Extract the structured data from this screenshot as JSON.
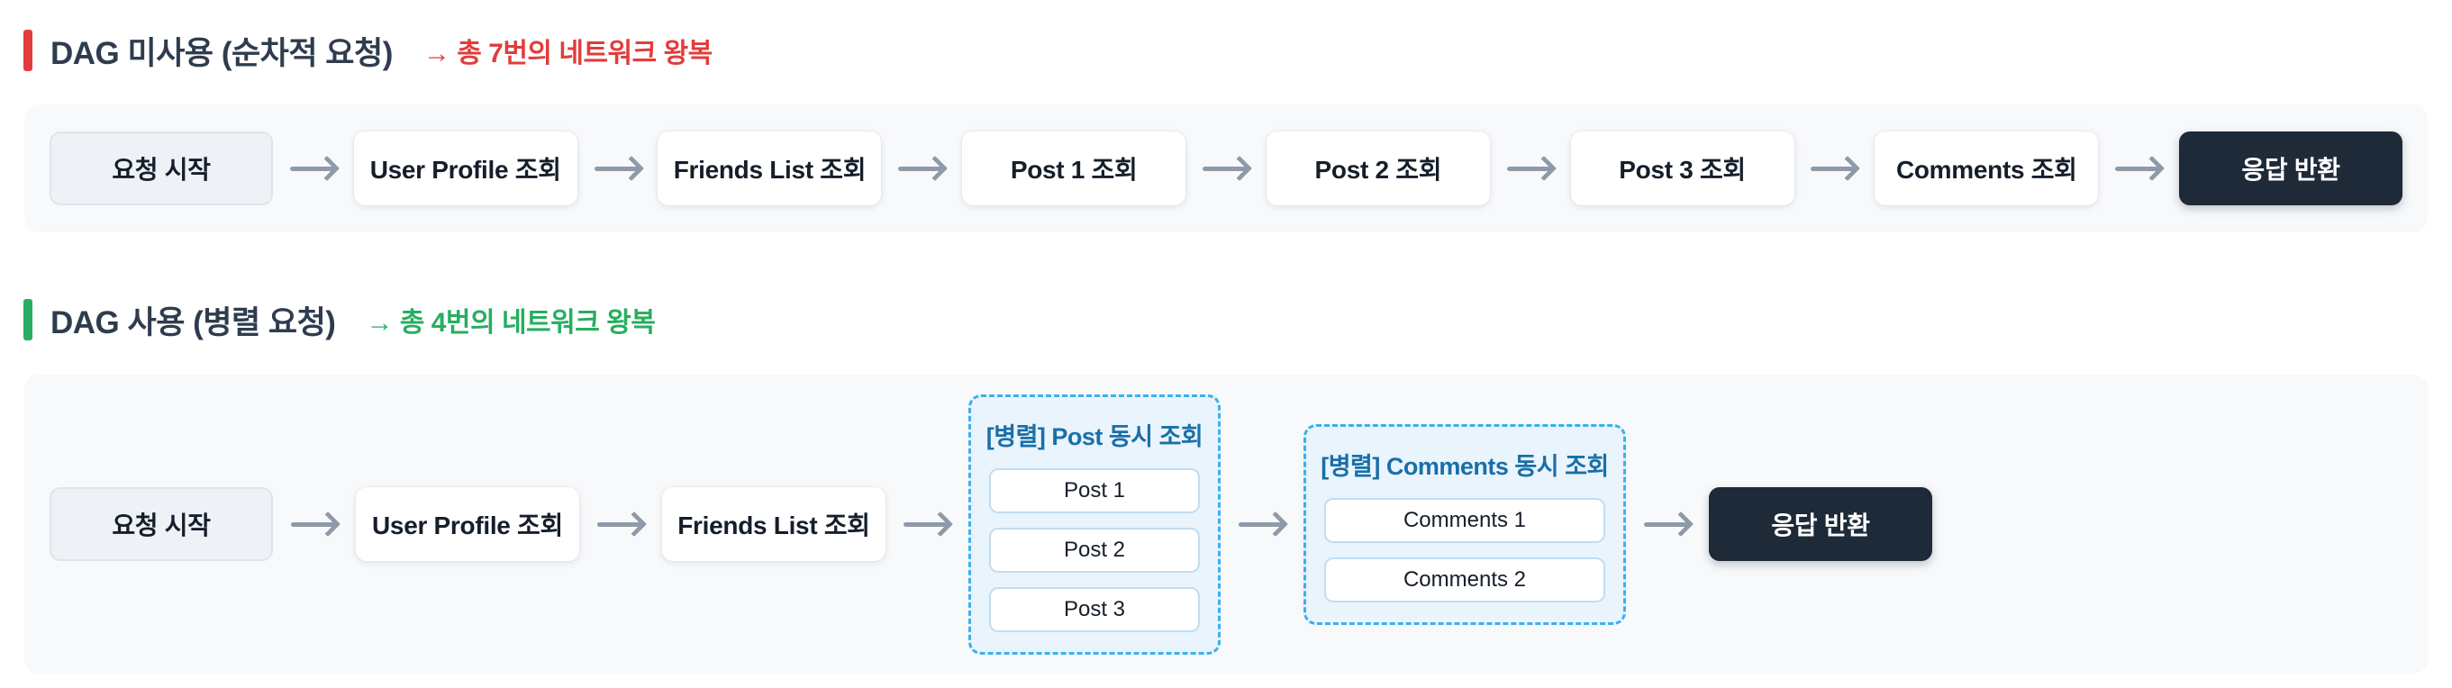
{
  "sections": [
    {
      "id": "sequential",
      "title": "DAG 미사용 (순차적 요청)",
      "annotation": "→ 총 7번의 네트워크 왕복",
      "accent_color": "#e23c3c",
      "nodes": [
        "요청 시작",
        "User Profile 조회",
        "Friends List 조회",
        "Post 1 조회",
        "Post 2 조회",
        "Post 3 조회",
        "Comments 조회",
        "응답 반환"
      ]
    },
    {
      "id": "parallel",
      "title": "DAG 사용 (병렬 요청)",
      "annotation": "→ 총 4번의 네트워크 왕복",
      "accent_color": "#27ae60",
      "nodes": [
        "요청 시작",
        "User Profile 조회",
        "Friends List 조회"
      ],
      "groups": [
        {
          "title": "[병렬] Post 동시 조회",
          "items": [
            "Post 1",
            "Post 2",
            "Post 3"
          ]
        },
        {
          "title": "[병렬] Comments 동시 조회",
          "items": [
            "Comments 1",
            "Comments 2"
          ]
        }
      ],
      "end_node": "응답 반환"
    }
  ],
  "icons": {
    "flow_arrow": "right-arrow"
  },
  "colors": {
    "sequential_accent": "#e23c3c",
    "parallel_accent": "#27ae60",
    "section_title": "#2e3c4e",
    "container_bg": "#f7f9fb",
    "start_node_bg": "#eef1f6",
    "end_node_bg": "#1e2a38",
    "arrow": "#8e9aa7",
    "group_border": "#3cb0ec",
    "group_bg": "#e9f4fd",
    "group_title": "#1a6fa8"
  }
}
